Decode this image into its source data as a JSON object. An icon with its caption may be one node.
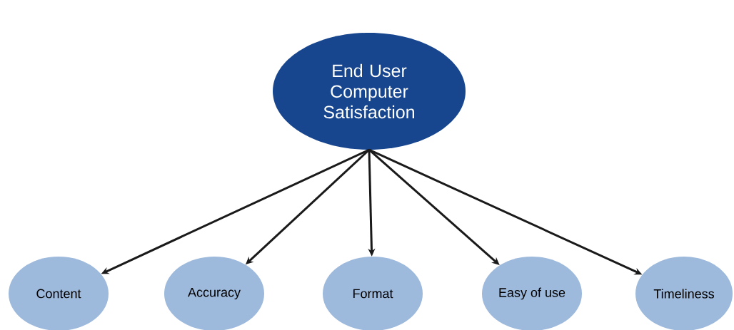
{
  "diagram": {
    "nodes": [
      {
        "text": [
          "End User Computer Satisfaction"
        ]
      },
      {
        "text": [
          "Content"
        ]
      },
      {
        "text": [
          "Accuracy"
        ]
      },
      {
        "text": [
          "Format"
        ]
      },
      {
        "text": [
          "Easy of use"
        ]
      },
      {
        "text": [
          "Timeliness"
        ]
      }
    ],
    "edges": [
      {
        "from": 0,
        "to": 1,
        "arrow": "to"
      },
      {
        "from": 0,
        "to": 2,
        "arrow": "to"
      },
      {
        "from": 0,
        "to": 3,
        "arrow": "to"
      },
      {
        "from": 0,
        "to": 4,
        "arrow": "to"
      },
      {
        "from": 0,
        "to": 5,
        "arrow": "to"
      }
    ]
  }
}
